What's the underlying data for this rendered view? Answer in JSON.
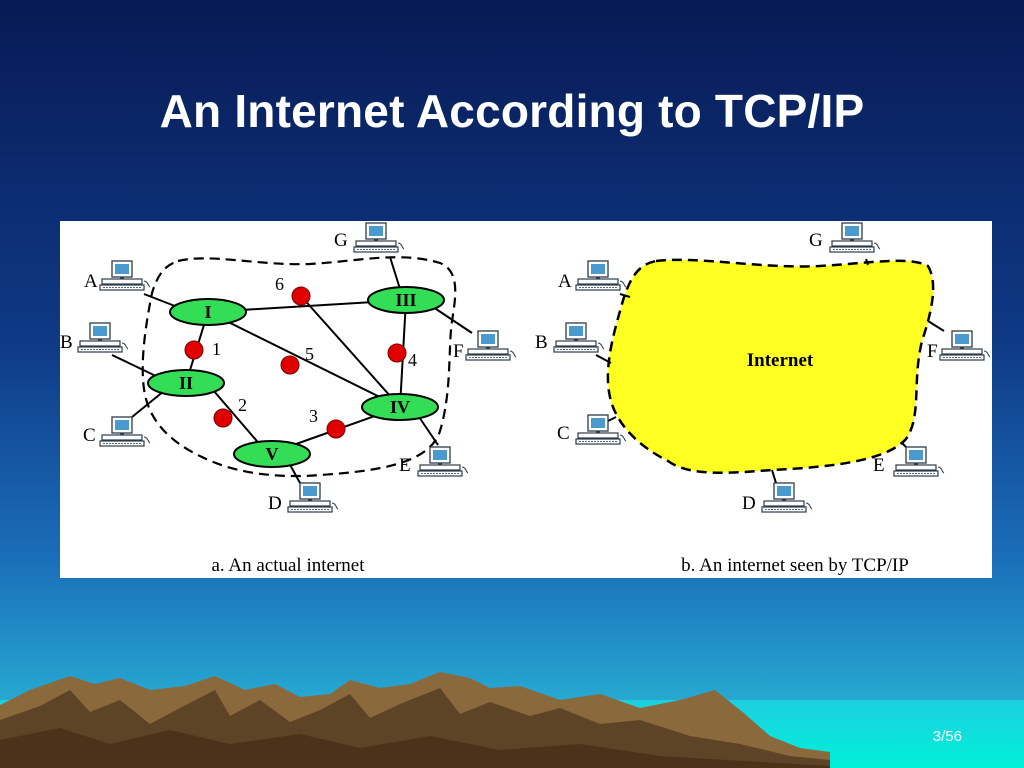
{
  "slide": {
    "title": "An Internet According to TCP/IP",
    "page_number": "3/56"
  },
  "colors": {
    "background_top": "#0a1f5c",
    "background_bottom": "#22b0d4",
    "mountain": "#8a6a3c",
    "router_fill": "#33dd55",
    "link_dot": "#e00000",
    "cloud_fill": "#ffff22",
    "panel": "#ffffff"
  },
  "figure_a": {
    "caption": "a. An actual internet",
    "routers": [
      "I",
      "II",
      "III",
      "IV",
      "V"
    ],
    "link_labels": [
      "1",
      "2",
      "3",
      "4",
      "5",
      "6"
    ],
    "hosts": [
      "A",
      "B",
      "C",
      "D",
      "E",
      "F",
      "G"
    ]
  },
  "figure_b": {
    "caption": "b. An internet seen by TCP/IP",
    "cloud_label": "Internet",
    "hosts": [
      "A",
      "B",
      "C",
      "D",
      "E",
      "F",
      "G"
    ]
  }
}
